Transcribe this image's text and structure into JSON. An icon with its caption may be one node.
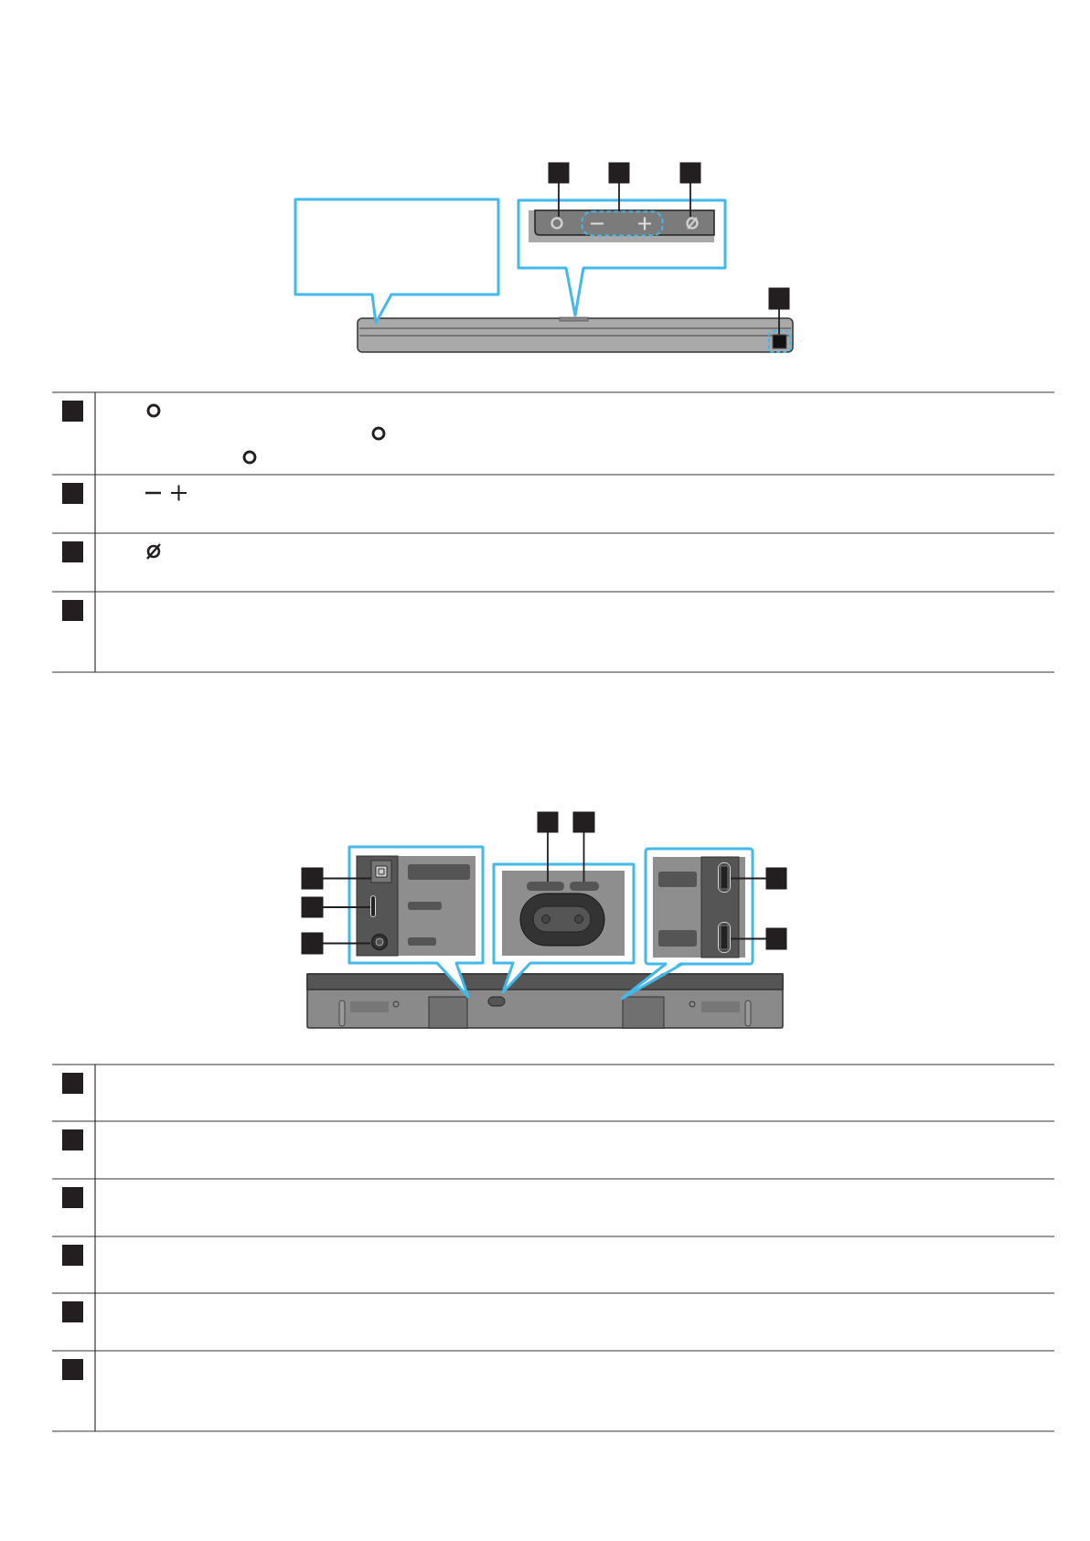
{
  "diagram": {
    "nodes": [
      {
        "text": [],
        "shape": "box"
      },
      {
        "text": [],
        "shape": "box"
      },
      {
        "text": [],
        "shape": "box"
      },
      {
        "text": [],
        "shape": "box"
      },
      {
        "text": [],
        "shape": "circle"
      },
      {
        "text": [],
        "shape": "bar"
      },
      {
        "text": [],
        "shape": "circle"
      },
      {
        "text": [],
        "shape": "box"
      },
      {
        "text": [],
        "shape": "box"
      },
      {
        "text": [],
        "shape": "box"
      },
      {
        "text": [],
        "shape": "box"
      },
      {
        "text": [],
        "shape": "box"
      },
      {
        "text": [],
        "shape": "box"
      },
      {
        "text": [],
        "shape": "box"
      },
      {
        "text": [],
        "shape": "box"
      },
      {
        "text": [],
        "shape": "bar"
      },
      {
        "text": [],
        "shape": "bar"
      },
      {
        "text": [],
        "shape": "box"
      },
      {
        "text": [],
        "shape": "bar"
      },
      {
        "text": [],
        "shape": "circle"
      },
      {
        "text": [],
        "shape": "bar"
      },
      {
        "text": [],
        "shape": "bar"
      }
    ],
    "edges": [
      {
        "from": 0,
        "to": 4,
        "arrow": "none"
      },
      {
        "from": 1,
        "to": 5,
        "arrow": "none"
      },
      {
        "from": 2,
        "to": 6,
        "arrow": "none"
      },
      {
        "from": 3,
        "to": 7,
        "arrow": "none"
      },
      {
        "from": 8,
        "to": 15,
        "arrow": "none"
      },
      {
        "from": 9,
        "to": 16,
        "arrow": "none"
      },
      {
        "from": 10,
        "to": 17,
        "arrow": "none"
      },
      {
        "from": 11,
        "to": 18,
        "arrow": "none"
      },
      {
        "from": 12,
        "to": 19,
        "arrow": "none"
      },
      {
        "from": 13,
        "to": 20,
        "arrow": "none"
      },
      {
        "from": 14,
        "to": 21,
        "arrow": "none"
      }
    ]
  }
}
